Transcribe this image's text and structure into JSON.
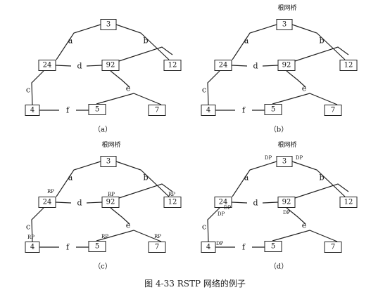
{
  "figure_caption": "图 4-33    RSTP 网络的例子",
  "panels": [
    {
      "label": "（a）",
      "title": "",
      "bridges": [
        "3",
        "24",
        "92",
        "12",
        "4",
        "5",
        "7"
      ],
      "links": [
        "a",
        "b",
        "c",
        "d",
        "e",
        "f"
      ],
      "ports": []
    },
    {
      "label": "（b）",
      "title": "根网桥",
      "bridges": [
        "3",
        "24",
        "92",
        "12",
        "4",
        "5",
        "7"
      ],
      "links": [
        "a",
        "b",
        "c",
        "d",
        "e",
        "f"
      ],
      "ports": []
    },
    {
      "label": "（c）",
      "title": "根网桥",
      "bridges": [
        "3",
        "24",
        "92",
        "12",
        "4",
        "5",
        "7"
      ],
      "links": [
        "a",
        "b",
        "c",
        "d",
        "e",
        "f"
      ],
      "ports": [
        "RP",
        "RP",
        "RP",
        "RP",
        "RP",
        "RP"
      ]
    },
    {
      "label": "（d）",
      "title": "根网桥",
      "bridges": [
        "3",
        "24",
        "92",
        "12",
        "4",
        "5",
        "7"
      ],
      "links": [
        "a",
        "b",
        "c",
        "d",
        "e",
        "f"
      ],
      "ports": [
        "DP",
        "DP",
        "DP",
        "DP",
        "DP",
        "DP"
      ]
    }
  ]
}
